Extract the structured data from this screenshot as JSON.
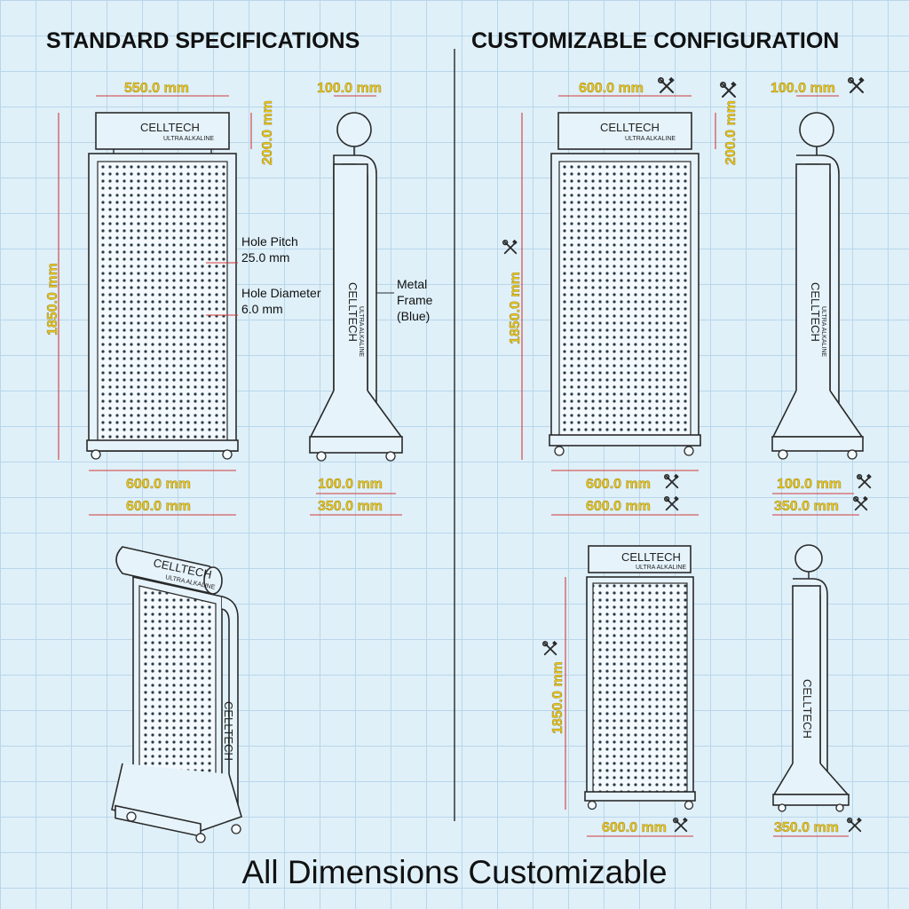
{
  "headings": {
    "standard": "STANDARD SPECIFICATIONS",
    "custom": "CUSTOMIZABLE CONFIGURATION"
  },
  "footer": "All Dimensions Customizable",
  "brand": {
    "name": "CELLTECH",
    "sub": "ULTRA ALKALINE"
  },
  "standard": {
    "header_width": "550.0 mm",
    "header_height": "200.0 mm",
    "total_height": "1850.0 mm",
    "panel_width": "600.0 mm",
    "base_width": "600.0 mm",
    "side_top": "100.0 mm",
    "side_post": "100.0 mm",
    "side_base": "350.0 mm",
    "hole_pitch_label": "Hole Pitch",
    "hole_pitch_value": "25.0 mm",
    "hole_diameter_label": "Hole Diameter",
    "hole_diameter_value": "6.0 mm",
    "frame_note_1": "Metal",
    "frame_note_2": "Frame",
    "frame_note_3": "(Blue)"
  },
  "custom": {
    "header_width": "600.0 mm",
    "header_height": "200.0 mm",
    "total_height": "1850.0 mm",
    "panel_width": "600.0 mm",
    "base_width": "600.0 mm",
    "side_top": "100.0 mm",
    "side_post": "100.0 mm",
    "side_base": "350.0 mm",
    "small_height": "1850.0 mm",
    "small_width": "600.0 mm",
    "small_side_base": "350.0 mm"
  },
  "icons": [
    "customize-tool-icon"
  ]
}
